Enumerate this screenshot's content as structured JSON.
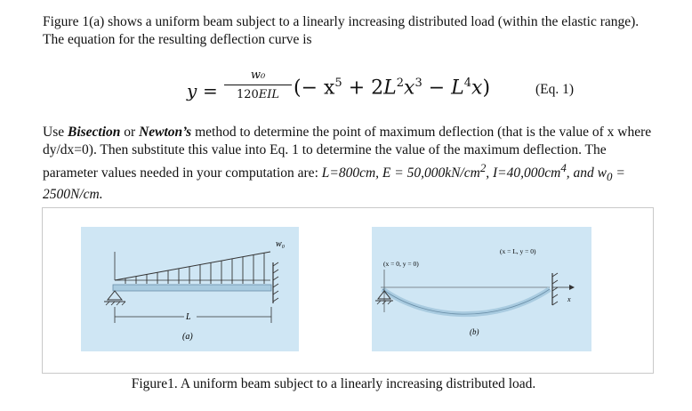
{
  "intro": {
    "text": "Figure 1(a) shows a uniform beam subject to a linearly increasing distributed load (within the elastic range). The equation for the resulting deflection curve is"
  },
  "equation": {
    "y": "y",
    "equals": "=",
    "numerator": "w₀",
    "denominator_number": "120",
    "denominator_vars": "EIL",
    "rhs_open": "(− x",
    "exp5": "5",
    "term2": " + 2",
    "L": "L",
    "exp2": "2",
    "x": "x",
    "exp3": "3",
    "term3": " − ",
    "exp4": "4",
    "rhs_close": ")",
    "number": "(Eq. 1)"
  },
  "instructions": {
    "use": "Use ",
    "bisection": "Bisection",
    "or": " or ",
    "newton": "Newton’s",
    "text1": " method to determine the point of maximum deflection (that is the value of x where dy/dx=0). Then substitute this value into Eq. 1 to determine the value of the maximum deflection. The parameter values needed in your computation are: ",
    "param_L": "L=800cm, E = 50,000kN/cm",
    "sup2": "2",
    "param_I": ", I=40,000cm",
    "sup4": "4",
    "param_w": ", and w",
    "sub0": "0",
    "param_w_val": " = 2500N/cm."
  },
  "figure": {
    "panel_a": {
      "load_label": "w₀",
      "span_label": "L",
      "sublabel": "(a)"
    },
    "panel_b": {
      "left_bc": "(x = 0, y = 0)",
      "right_bc": "(x = L, y = 0)",
      "axis_x": "x",
      "sublabel": "(b)"
    },
    "caption": "Figure1. A uniform beam subject to a linearly increasing distributed load."
  },
  "colors": {
    "panel_bg": "#cfe6f4",
    "beam": "#a9cbe0",
    "ink": "#222222"
  }
}
